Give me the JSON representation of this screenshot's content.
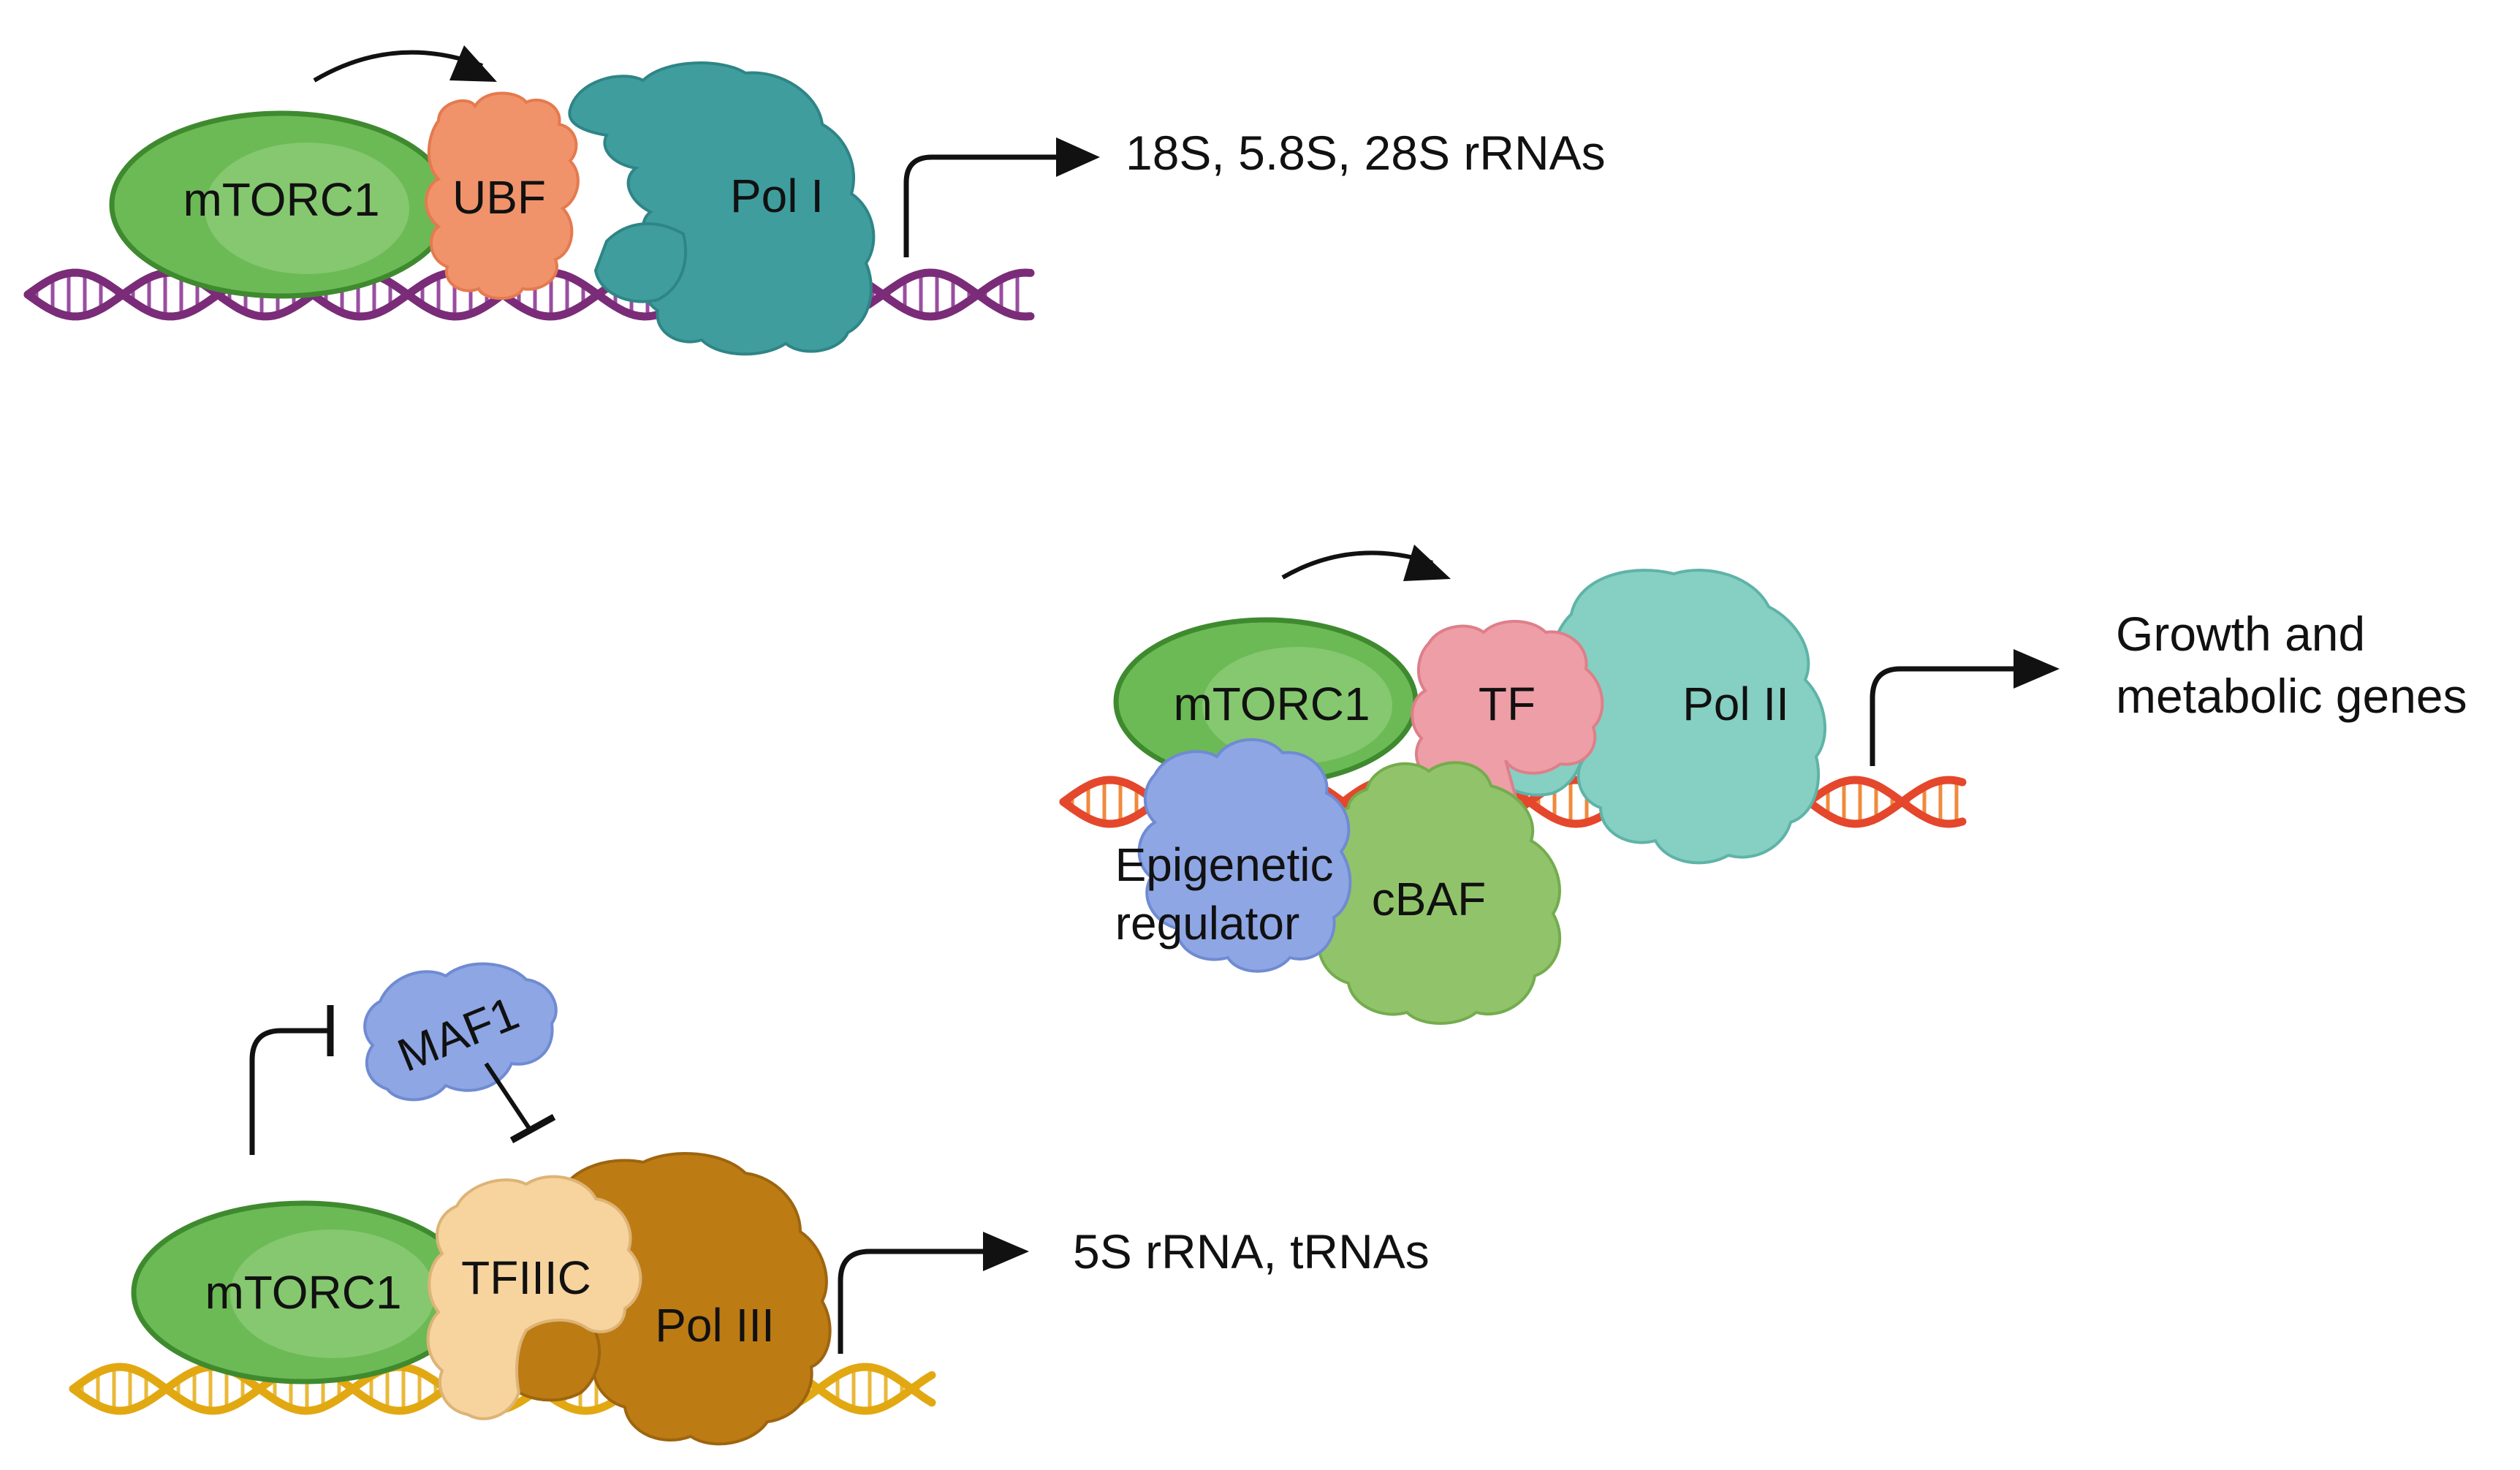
{
  "panel_pol1": {
    "mtorc1_label": "mTORC1",
    "ubf_label": "UBF",
    "pol_label": "Pol I",
    "output_label": "18S, 5.8S, 28S rRNAs"
  },
  "panel_pol2": {
    "mtorc1_label": "mTORC1",
    "tf_label": "TF",
    "pol_label": "Pol II",
    "epigenetic_line1": "Epigenetic",
    "epigenetic_line2": "regulator",
    "cbaf_label": "cBAF",
    "output_line1": "Growth and",
    "output_line2": "metabolic genes"
  },
  "panel_pol3": {
    "mtorc1_label": "mTORC1",
    "maf1_label": "MAF1",
    "tfiiic_label": "TFIIIC",
    "pol_label": "Pol III",
    "output_label": "5S rRNA, tRNAs"
  },
  "colors": {
    "mtorc1_fill": "#6cba55",
    "mtorc1_stroke": "#3f8a2f",
    "ubf": "#f0936b",
    "pol1": "#3f9d9e",
    "dna1_strand": "#7a2c78",
    "dna1_rung": "#9a4ea0",
    "tf": "#ee9ea6",
    "pol2": "#86cfc3",
    "dna2_strand": "#e4472c",
    "dna2_rung": "#f08a3c",
    "epigenetic": "#8ea6e4",
    "cbaf": "#91c46a",
    "maf1": "#8ea6e4",
    "tfiiic": "#f7d39e",
    "pol3": "#bd7b14",
    "dna3_strand": "#e2a812",
    "dna3_rung": "#e9b93a",
    "arrow": "#111111"
  }
}
